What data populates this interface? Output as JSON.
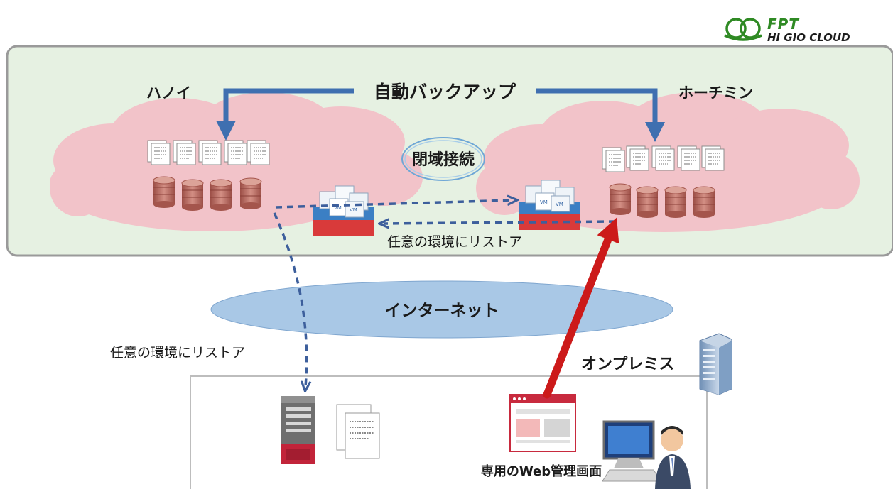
{
  "logo": {
    "brand_top": "FPT",
    "brand_bottom": "HI GIO CLOUD",
    "color": "#2f8a24"
  },
  "labels": {
    "hanoi": "ハノイ",
    "hochiminh": "ホーチミン",
    "auto_backup": "自動バックアップ",
    "closed_connection": "閉域接続",
    "restore_cloud": "任意の環境にリストア",
    "internet": "インターネット",
    "restore_onprem": "任意の環境にリストア",
    "onpremise": "オンプレミス",
    "web_console": "専用のWeb管理画面"
  },
  "colors": {
    "region_panel": "#e6f1e2",
    "cloud": "#f2c3c9",
    "internet": "#a9c8e6",
    "arrow_blue": "#3f6fb0",
    "arrow_red": "#cc1a1a",
    "disk": "#b76a60"
  }
}
